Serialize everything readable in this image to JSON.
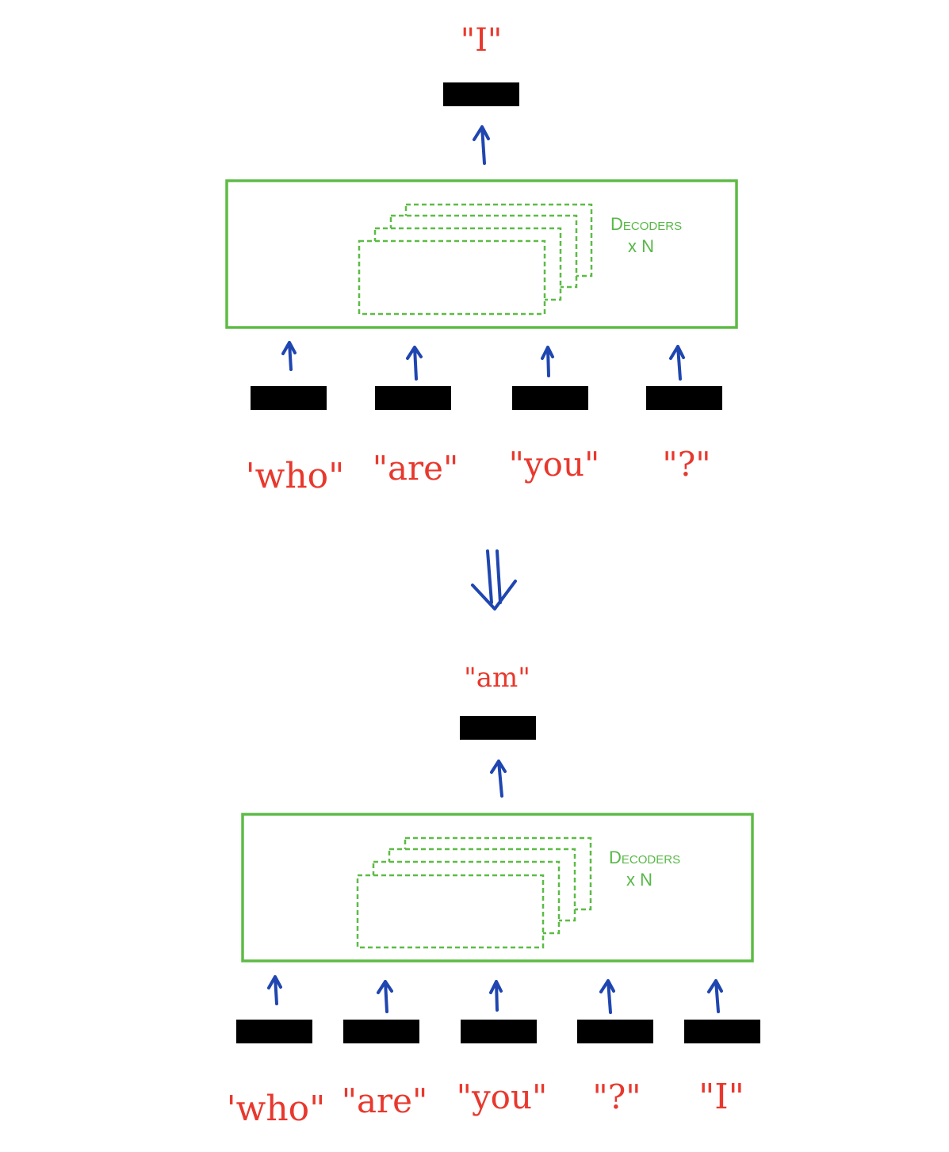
{
  "top_stage": {
    "output_token": "\"I\"",
    "block_label": "Decoders",
    "block_multiplier": "x N",
    "input_tokens": [
      "'who\"",
      "\"are\"",
      "\"you\"",
      "\"?\""
    ]
  },
  "transition_symbol": "⇓",
  "bottom_stage": {
    "output_token": "\"am\"",
    "block_label": "Decoders",
    "block_multiplier": "x N",
    "input_tokens": [
      "'who\"",
      "\"are\"",
      "\"you\"",
      "\"?\"",
      "\"I\""
    ]
  },
  "colors": {
    "token": "#e8382d",
    "arrow": "#1f46b0",
    "decoder": "#5dbb46"
  }
}
